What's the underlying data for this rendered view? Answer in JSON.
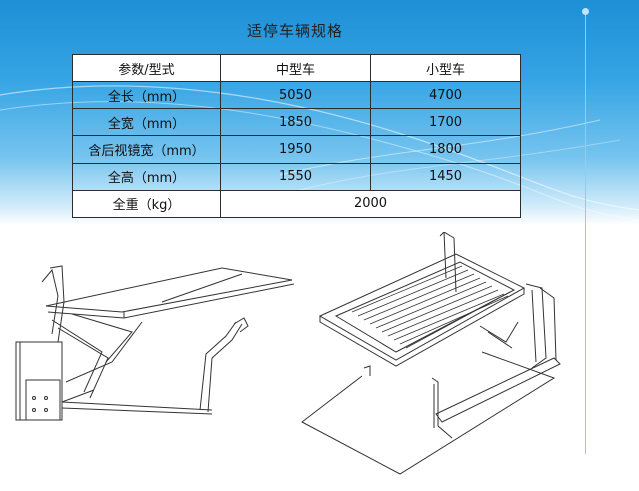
{
  "slide": {
    "title": "适停车辆规格"
  },
  "spec_table": {
    "headers": [
      "参数/型式",
      "中型车",
      "小型车"
    ],
    "rows": [
      {
        "label": "全长（mm）",
        "mid": "5050",
        "small": "4700"
      },
      {
        "label": "全宽（mm）",
        "mid": "1850",
        "small": "1700"
      },
      {
        "label": "含后视镜宽（mm）",
        "mid": "1950",
        "small": "1800"
      },
      {
        "label": "全高（mm）",
        "mid": "1550",
        "small": "1450"
      }
    ],
    "weight_row": {
      "label": "全重（kg）",
      "value": "2000"
    }
  },
  "colors": {
    "header_top": "#1d8fd6",
    "header_bottom": "#d3ecfa",
    "line": "#2c2c2c"
  },
  "drawings": {
    "left": "side-elevation-drawing",
    "right": "isometric-drawing"
  }
}
